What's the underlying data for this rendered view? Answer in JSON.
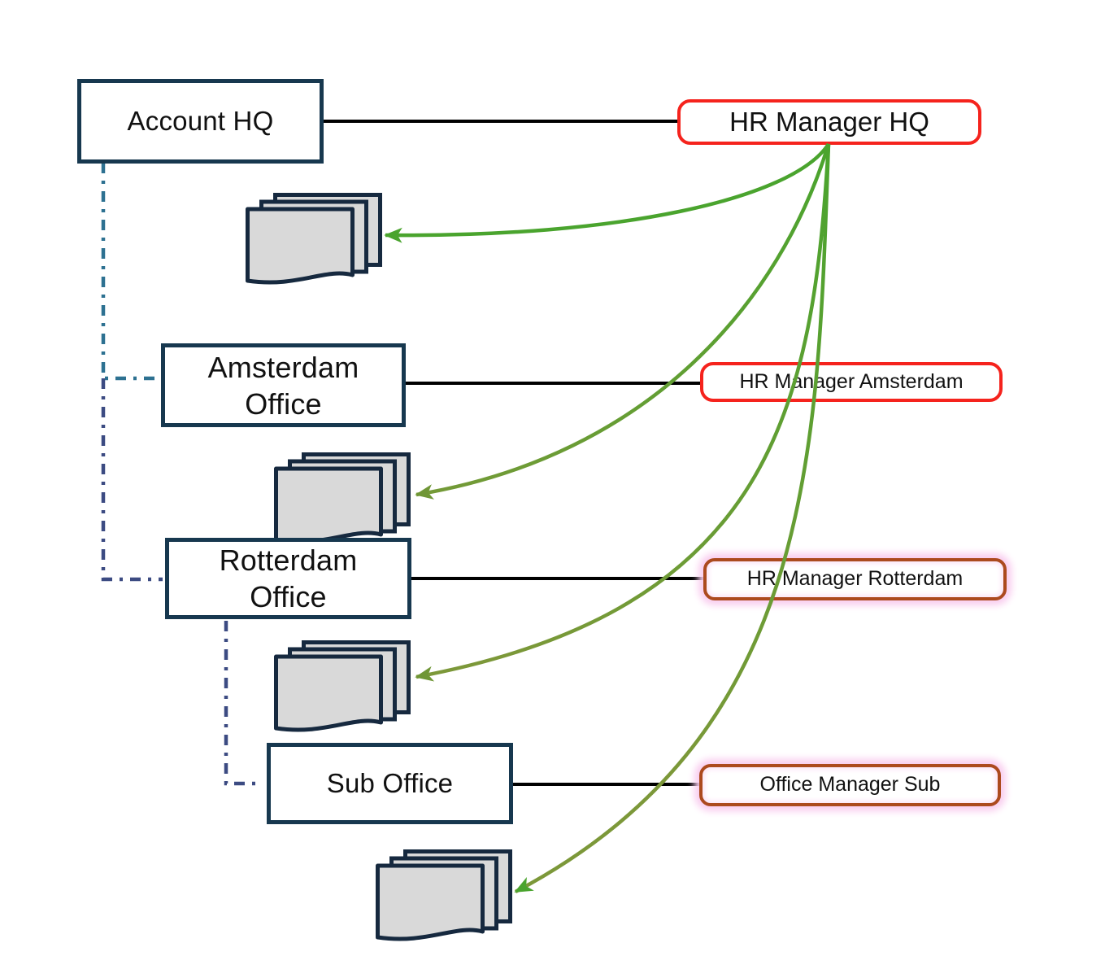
{
  "diagram": {
    "type": "org-structure-diagram",
    "nodes": {
      "account_hq": {
        "label": "Account HQ"
      },
      "hr_manager_hq": {
        "label": "HR Manager HQ"
      },
      "amsterdam_office": {
        "line1": "Amsterdam",
        "line2": "Office"
      },
      "hr_manager_amsterdam": {
        "label": "HR Manager Amsterdam"
      },
      "rotterdam_office": {
        "line1": "Rotterdam",
        "line2": "Office"
      },
      "hr_manager_rotterdam": {
        "label": "HR Manager Rotterdam"
      },
      "sub_office": {
        "label": "Sub Office"
      },
      "office_manager_sub": {
        "label": "Office Manager Sub"
      }
    },
    "icons": [
      {
        "name": "documents-stack-icon",
        "count": 4
      }
    ],
    "edges": {
      "assignment_lines": [
        {
          "from": "Account HQ",
          "to": "HR Manager HQ"
        },
        {
          "from": "Amsterdam Office",
          "to": "HR Manager Amsterdam"
        },
        {
          "from": "Rotterdam Office",
          "to": "HR Manager Rotterdam"
        },
        {
          "from": "Sub Office",
          "to": "Office Manager Sub"
        }
      ],
      "hierarchy_dashed_lines": [
        {
          "from": "Account HQ",
          "to": "Amsterdam Office"
        },
        {
          "from": "Account HQ",
          "to": "Rotterdam Office"
        },
        {
          "from": "Rotterdam Office",
          "to": "Sub Office"
        }
      ],
      "delegation_arrows": [
        {
          "from": "HR Manager HQ",
          "to": "documents-stack-account-hq"
        },
        {
          "from": "HR Manager HQ",
          "to": "documents-stack-amsterdam"
        },
        {
          "from": "HR Manager HQ",
          "to": "documents-stack-rotterdam"
        },
        {
          "from": "HR Manager HQ",
          "to": "documents-stack-sub-office"
        }
      ]
    },
    "colors": {
      "background": "#ffffff",
      "office_border": "#17384f",
      "manager_red_border": "#f5231d",
      "manager_brown_border": "#ac4a1e",
      "highlight_glow_pink": "#f9cdef",
      "arrow_green": "#4aa42e",
      "arrow_olive": "#6f9636",
      "assignment_line_black": "#000000",
      "dash_teal": "#2d7191",
      "dash_indigo": "#3c4b82",
      "document_fill": "#d9d9d9",
      "document_border": "#16293f",
      "text": "#111111"
    }
  }
}
